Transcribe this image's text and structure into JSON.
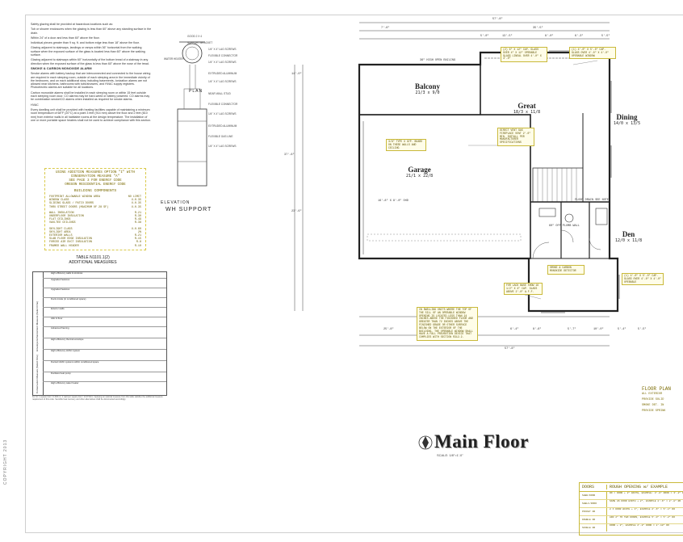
{
  "sheet": {
    "copyright": "COPYRIGHT 2013",
    "notes": {
      "glazing_intro": "Safety glazing shall be provided at hazardous locations such as:",
      "glazing_items": [
        "Tub or shower enclosures when the glazing is less than 60\" above any standing surface in the drain.",
        "Within 24\" of a door and less than 60\" above the floor.",
        "Individual pieces greater than 9 sq. ft. and bottom edge less than 18\" above the floor.",
        "Glazing adjacent to stairways, landings or ramps within 36\" horizontal from the walking surface when the exposed surface of the glass is located less than 60\" above the walking surface.",
        "Glazing adjacent to stairways within 60\" horizontally of the bottom tread of a stairway in any direction when the exposed surface of the glass is less than 60\" above the nose of the tread."
      ],
      "smoke_heading": "SMOKE & CARBON MONOXIDE ALARM",
      "smoke_text": "Smoke alarms with battery backup that are interconnected and connected to the house wiring are required in each sleeping room, outside of each sleeping area in the immediate vicinity of the bedrooms, and on each additional story including basements, Ionization alarms are not allowed near kitchens, bathrooms with tubs/showers, and HVAC supply registers. Photoelectric alarms are suitable for all locations.",
      "co_text": "Carbon monoxide alarms shall be installed in each sleeping room or within 15 feet outside each sleeping room door. CO alarms may be hard-wired or battery powered. CO alarms may be combination smoke/CO alarms when installed as required for smoke alarms.",
      "hvac_heading": "HVAC",
      "hvac_text": "Every dwelling unit shall be provided with heating facilities capable of maintaining a minimum room temperature of 68°F (20°C) at a point 3 feet (914 mm) above the floor and 2 feet (610 mm) from exterior walls in all habitable rooms at the design temperature. The installation of one or more portable space heaters shall not be used to achieve compliance with this section."
    },
    "energy": {
      "heading": "USING ADDITION MEASURES OPTION \"I\" WITH CONSERVATION MEASURE \"A\"",
      "heading2": "SEE PAGE 3 FOR ENERGY CODE",
      "code": "OREGON RESIDENTIAL ENERGY CODE",
      "components_title": "BUILDING COMPONENTS",
      "groups": [
        [
          [
            "FOOTPRINT ALLOWABLE WINDOW AREA",
            "NO LIMIT"
          ],
          [
            "WINDOW CLASS",
            "U-0.35"
          ],
          [
            "SLIDING GLASS / PATIO DOORS",
            "U-0.35"
          ],
          [
            "THRU STREET DOORS (MAXIMUM OF 28 SF)",
            "U-0.35"
          ]
        ],
        [
          [
            "WALL INSULATION",
            "R-21"
          ],
          [
            "UNDERFLOOR INSULATION",
            "R-30"
          ],
          [
            "FLAT CEILINGS",
            "R-49"
          ],
          [
            "VAULTED CEILINGS",
            "R-38"
          ]
        ],
        [
          [
            "SKYLIGHT CLASS",
            "U-0.60"
          ],
          [
            "SKYLIGHT AREA",
            "2%"
          ],
          [
            "EXTERIOR WALLS",
            "R-21"
          ],
          [
            "SLAB FLOOR EDGE INSULATION",
            "R-15"
          ],
          [
            "FORCED AIR DUCT INSULATION",
            "R-8"
          ],
          [
            "FRAMED WALL HEADER",
            "R-10"
          ]
        ]
      ]
    },
    "measures": {
      "title_line1": "TABLE N1101.1(2)",
      "title_line2": "ADDITIONAL MEASURES",
      "section1_label": "Envelope Enhancement Measure (Select One)",
      "section2_label": "Conservation Measure (Select One)",
      "rows": [
        "High efficiency walls & windows",
        "Upgraded features",
        "Upgraded features",
        "Ducts inside (in conditioned space)",
        "Exterior walls",
        "Attic & floor",
        "Advanced framing",
        "High efficiency thermal envelope",
        "High efficiency HVAC system",
        "Ducted HVAC systems within conditioned space",
        "Ductless heat pump",
        "High efficiency water heater"
      ],
      "footnotes": "For SI: 1 square foot = 0.093 m², 1 watt per square foot = 10.8 W/m². Applying an optional measure from this table satisfies the additional measure requirement of this code. Sensible heat recovery and other alternatives shall be documented accordingly."
    },
    "elevation": {
      "label": "ELEVATION",
      "title": "WH SUPPORT",
      "plan_label": "PLAN",
      "callouts": [
        "GOOD 2 X 4",
        "SUPPORT BRACKET",
        "WATER HEATER",
        "1/4\" X 4\" LAG SCREWS",
        "FLEXIBLE CONNECTOR",
        "1/4\" X 4\" LAG SCREWS",
        "EXTRUDED ALUMINUM",
        "1/4\" X 4\" LAG SCREWS",
        "NEAR WALL STUD",
        "FLEXIBLE CONNECTOR",
        "1/4\" X 4\" LAG SCREWS",
        "EXTRUDED ALUMINUM",
        "FLEXIBLE GAS LINE",
        "1/4\" X 4\" LAG SCREWS"
      ]
    },
    "plan": {
      "rooms": [
        {
          "name": "Balcony",
          "size": "21/3 x 9/0"
        },
        {
          "name": "Great",
          "size": "18/3 x 11/8"
        },
        {
          "name": "Dining",
          "size": "14/0 x 13/5"
        },
        {
          "name": "Garage",
          "size": "21/1 x 22/8"
        },
        {
          "name": "Den",
          "size": "12/0 x 11/8"
        }
      ],
      "top_dims": [
        "57'-8\"",
        "7'-6\"",
        "35'-5\"",
        "5'-0\"",
        "13'-5\"",
        "8'-0\"",
        "6'-3\"",
        "5'-5\""
      ],
      "bottom_dims": [
        "25'-8\"",
        "6'-4\"",
        "8'-6\"",
        "5'-7\"",
        "10'-0\"",
        "5'-4\"",
        "5'-5\"",
        "57'-8\""
      ],
      "left_dims": [
        "37'-6\"",
        "14'-0\"",
        "23'-6\""
      ],
      "notes": [
        "3/8\" TYPE X GYP. BOARD ON THESE WALLS AND CEILING",
        "DIRECT VENT GAS FIREPLACE VENT 2'-0\" MIN. INSTALL PER MANUFACTURER SPECIFICATIONS",
        "(2) 6\" X 12\" CAP. GLASS OVER 4\" X 12\" OPERABLE GLASS LINEAL OVER 4'-0\" X 4'-0\"",
        "(1) 4'-0\" X 5'-0\" CAP. GLASS OVER 4'-0\" X 4'-0\" OPERABLE WINDOW",
        "SMOKE & CARBON MONOXIDE DETECTOR",
        "(1) 4'-0\" X 5'-0\" CAP. GLASS OVER 4'-0\" X 4'-0\" OPERABLE",
        "FOR LACK BASE SHOW 16 1/2\" X 4\" CAP. GLASS ABOVE 2'-0\" A.F.F.",
        "IN DWELLING UNITS WHERE THE TOP OF THE SILL OF AN OPERABLE WINDOW OPENING IS LOCATED LESS THAN 24 INCHES ABOVE THE FINISHED FLOOR AND GREATER THAN 72 INCHES ABOVE THE FINISHED GRADE OR OTHER SURFACE BELOW ON THE EXTERIOR OF THE BUILDING, THE OPERABLE WINDOW SHALL HAVE A FALL PREVENTION DEVICE THAT COMPLIES WITH SECTION R312.2.",
        "36\" HIGH OPEN RAILING",
        "60\" OFF PLUMB WALL",
        "FLOOR DRAIN SEE NOTES",
        "16'-8\" X 8'-0\" OHD"
      ]
    },
    "title": "Main Floor",
    "scale": "SCALE: 1/8\"=1'-0\"",
    "legend": {
      "title": "FLOOR PLAN",
      "items": [
        "ALL EXTERIOR",
        "PROVIDE SOLID",
        "SMOKE DET. IN",
        "PROVIDE SPRINK"
      ]
    },
    "door_table": {
      "col1": "DOORS",
      "col2": "ROUGH OPENING w/ EXAMPLE",
      "rows": [
        [
          "SHED/DOOR",
          "RO = DOOR + 2\" WIDTH, EXAMPLE: 3'-0\" DOOR = 3'-2\" RO"
        ],
        [
          "SHELF/DOOR",
          "SAME AS DOOR WIDTH + 2\", EXAMPLE 2'-6\" = 2'-8\" RO"
        ],
        [
          "POCKET DR",
          "2 X DOOR WIDTH + 1\", EXAMPLE 2'-6\" = 5'-1\" RO"
        ],
        [
          "DOUBLE DR",
          "ADD 2\" TO TWO DOORS, EXAMPLE 5'-0\" = 5'-2\" RO"
        ],
        [
          "SINGLE DR",
          "DOOR + 2\", EXAMPLE 2'-8\" DOOR = 2'-10\" RO"
        ]
      ]
    },
    "colors": {
      "line": "#333333",
      "note_border": "#c9b93a",
      "note_text": "#6b5d00"
    }
  }
}
